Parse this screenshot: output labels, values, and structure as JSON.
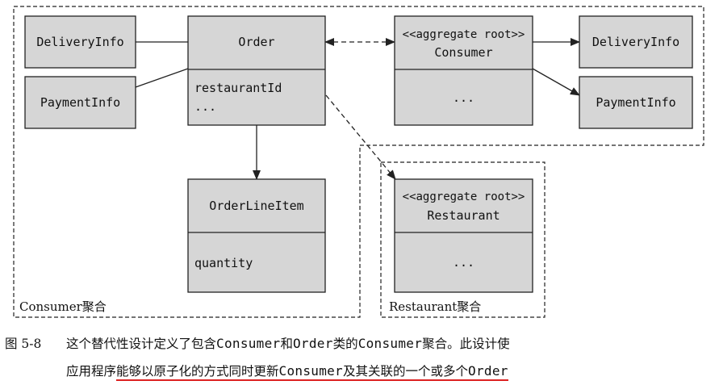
{
  "boxes": {
    "left_delivery": "DeliveryInfo",
    "left_payment": "PaymentInfo",
    "order_name": "Order",
    "order_attr1": "restaurantId",
    "order_attr2": "...",
    "line_name": "OrderLineItem",
    "line_attr": "quantity",
    "consumer_stereo": "<<aggregate root>>",
    "consumer_name": "Consumer",
    "consumer_attr": "...",
    "right_delivery": "DeliveryInfo",
    "right_payment": "PaymentInfo",
    "restaurant_stereo": "<<aggregate root>>",
    "restaurant_name": "Restaurant",
    "restaurant_attr": "..."
  },
  "regions": {
    "consumer_label": "Consumer聚合",
    "restaurant_label": "Restaurant聚合"
  },
  "caption": {
    "figure_no": "图 5-8",
    "line1_a": "这个替代性设计定义了包含",
    "line1_code1": "Consumer",
    "line1_b": "和",
    "line1_code2": "Order",
    "line1_c": "类的",
    "line1_code3": "Consumer",
    "line1_d": "聚合。此设计使",
    "line2_a": "应用程序",
    "line2_b": "能够以原子化的方式同时更新",
    "line2_code1": "Consumer",
    "line2_c": "及其关联的一个或多个",
    "line2_code2": "Order"
  },
  "colors": {
    "box_fill": "#d6d6d6",
    "line": "#222222",
    "underline": "#dd2222"
  }
}
